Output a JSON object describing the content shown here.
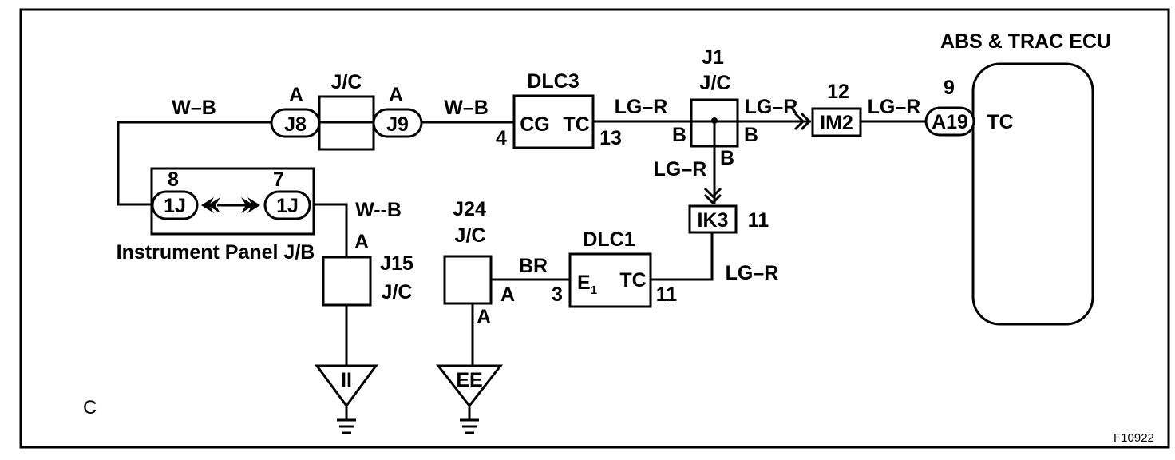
{
  "ecu": {
    "title": "ABS & TRAC ECU",
    "terminal": "TC",
    "pin": "9",
    "connector": "A19"
  },
  "j1": {
    "id": "J1",
    "type": "J/C",
    "pin_left": "B",
    "pin_right": "B",
    "pin_bottom": "B"
  },
  "im2": {
    "id": "IM2",
    "pin": "12"
  },
  "ik3": {
    "id": "IK3",
    "pin": "11"
  },
  "dlc3": {
    "id": "DLC3",
    "t_left": "CG",
    "t_right": "TC",
    "pin_left": "4",
    "pin_right": "13"
  },
  "dlc1": {
    "id": "DLC1",
    "t_left": "E",
    "t_left_sub": "1",
    "t_right": "TC",
    "pin_left": "3",
    "pin_right": "11"
  },
  "jc_top": {
    "type": "J/C",
    "j8": "J8",
    "j8_pin": "A",
    "j9": "J9",
    "j9_pin": "A"
  },
  "ipjb": {
    "name": "Instrument Panel J/B",
    "left_conn": "1J",
    "left_pin": "8",
    "right_conn": "1J",
    "right_pin": "7"
  },
  "j15": {
    "id": "J15",
    "type": "J/C",
    "pin": "A"
  },
  "j24": {
    "id": "J24",
    "type": "J/C",
    "pin_right": "A",
    "pin_bottom": "A"
  },
  "grounds": {
    "left": "II",
    "right": "EE"
  },
  "wires": {
    "wb_top": "W–B",
    "wb_mid": "W–B",
    "wb_ipjb": "W--B",
    "lgr_1": "LG–R",
    "lgr_2": "LG–R",
    "lgr_3": "LG–R",
    "lgr_4": "LG–R",
    "lgr_5": "LG–R",
    "br": "BR"
  },
  "footer": {
    "section": "C",
    "fig_id": "F10922"
  }
}
